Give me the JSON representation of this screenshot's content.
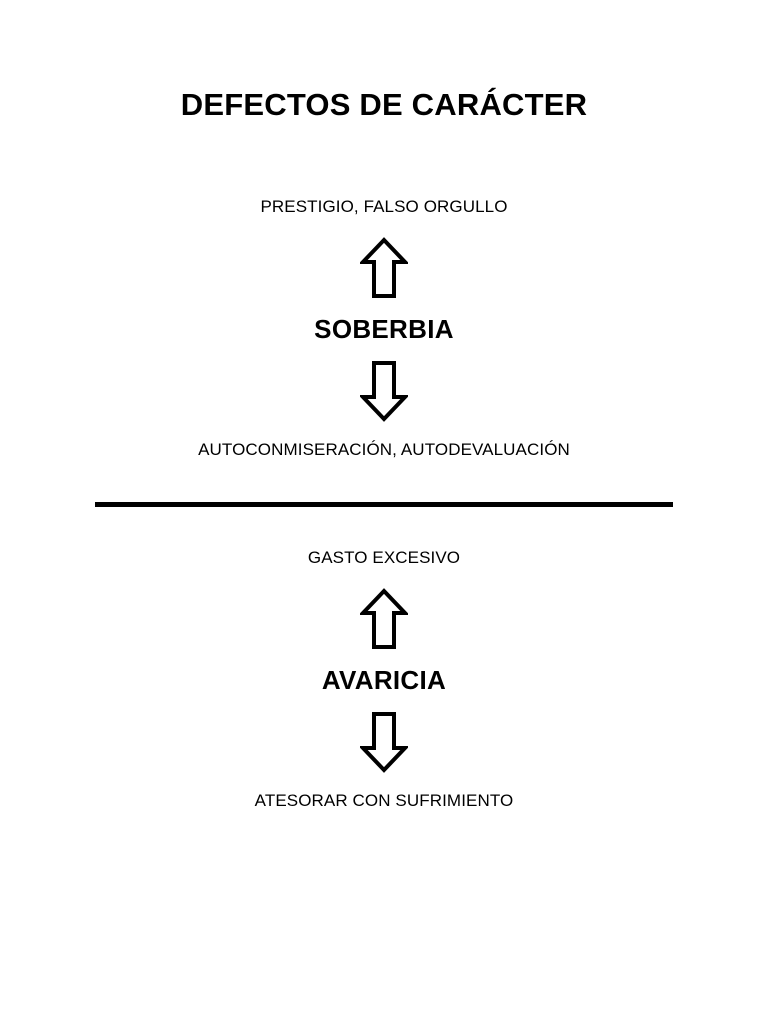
{
  "document": {
    "title": "DEFECTOS DE CARÁCTER",
    "background_color": "#ffffff",
    "text_color": "#000000"
  },
  "sections": [
    {
      "id": "soberbia",
      "caption_above": "PRESTIGIO, FALSO ORGULLO",
      "arrow_up": "arrow-up-icon",
      "heading": "SOBERBIA",
      "arrow_down": "arrow-down-icon",
      "caption_below": "AUTOCONMISERACIÓN, AUTODEVALUACIÓN"
    },
    {
      "id": "avaricia",
      "caption_above": "GASTO EXCESIVO",
      "arrow_up": "arrow-up-icon",
      "heading": "AVARICIA",
      "arrow_down": "arrow-down-icon",
      "caption_below": "ATESORAR CON SUFRIMIENTO"
    }
  ],
  "divider": {
    "name": "section-divider",
    "color": "#000000"
  }
}
